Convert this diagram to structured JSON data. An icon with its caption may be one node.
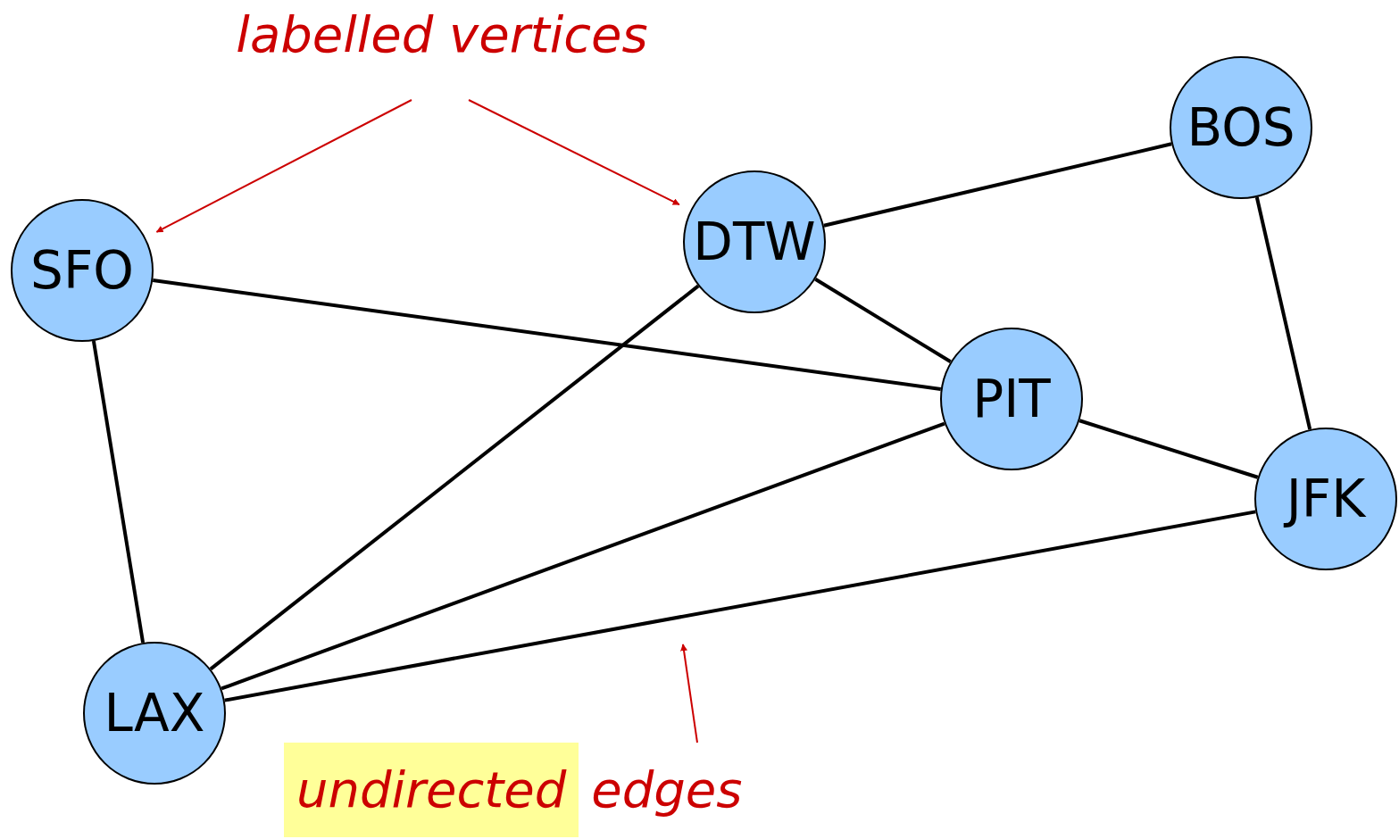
{
  "diagram": {
    "nodes": [
      {
        "text": [
          "labelled vertices"
        ]
      },
      {
        "text": [
          "BOS"
        ]
      },
      {
        "text": [
          "SFO"
        ]
      },
      {
        "text": [
          "DTW"
        ]
      },
      {
        "text": [
          "PIT"
        ]
      },
      {
        "text": [
          "JFK"
        ]
      },
      {
        "text": [
          "LAX"
        ]
      },
      {
        "text": [
          "undirected",
          "edges"
        ]
      }
    ],
    "edges": [
      {
        "from": 0,
        "to": 2,
        "arrow": "to",
        "color": "#cc0000"
      },
      {
        "from": 0,
        "to": 3,
        "arrow": "to",
        "color": "#cc0000"
      },
      {
        "from": 2,
        "to": 6,
        "arrow": "none"
      },
      {
        "from": 2,
        "to": 4,
        "arrow": "none"
      },
      {
        "from": 3,
        "to": 1,
        "arrow": "none"
      },
      {
        "from": 3,
        "to": 6,
        "arrow": "none"
      },
      {
        "from": 3,
        "to": 4,
        "arrow": "none"
      },
      {
        "from": 1,
        "to": 5,
        "arrow": "none"
      },
      {
        "from": 4,
        "to": 5,
        "arrow": "none"
      },
      {
        "from": 4,
        "to": 6,
        "arrow": "none"
      },
      {
        "from": 6,
        "to": 5,
        "arrow": "none"
      },
      {
        "from": 7,
        "to": null,
        "arrow": "to",
        "color": "#cc0000"
      }
    ]
  }
}
